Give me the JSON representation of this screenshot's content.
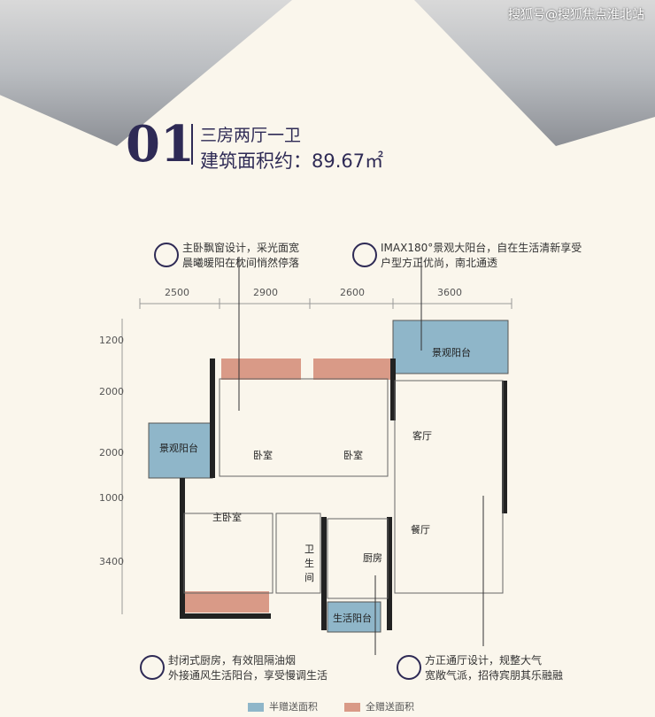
{
  "watermark": "搜狐号@搜狐焦点淮北站",
  "title": {
    "num": "01",
    "layout": "三房两厅一卫",
    "area": "建筑面积约：89.67㎡"
  },
  "notes": {
    "master": [
      "主卧飘窗设计，采光面宽",
      "晨曦暖阳在枕间悄然停落"
    ],
    "balcony": [
      "IMAX180°景观大阳台，自在生活清新享受",
      "户型方正优尚，南北通透"
    ],
    "kitchen": [
      "封闭式厨房，有效阻隔油烟",
      "外接通风生活阳台，享受慢调生活"
    ],
    "living": [
      "方正通厅设计，规整大气",
      "宽敞气派，招待宾朋其乐融融"
    ]
  },
  "dims_top": [
    "2500",
    "2900",
    "2600",
    "3600"
  ],
  "dims_left": [
    "1200",
    "2000",
    "2000",
    "1000",
    "3400"
  ],
  "rooms": {
    "view_balcony_top": "景观阳台",
    "view_balcony_left": "景观阳台",
    "bed1": "卧室",
    "bed2": "卧室",
    "living": "客厅",
    "master": "主卧室",
    "bath": "卫生间",
    "kitchen": "厨房",
    "dining": "餐厅",
    "life_balcony": "生活阳台"
  },
  "legend": {
    "half": "半赠送面积",
    "full": "全赠送面积"
  },
  "colors": {
    "half": "#8fb6c9",
    "full": "#d99a87",
    "ink": "#2e2a55"
  }
}
